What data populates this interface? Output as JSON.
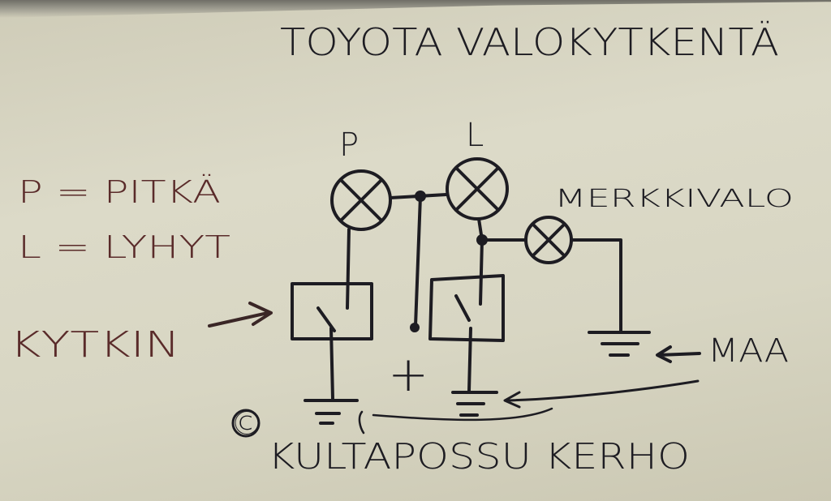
{
  "title": "TOYOTA VALOKYTKENTÄ",
  "lamps": {
    "p_label": "P",
    "l_label": "L"
  },
  "legend": {
    "p_line": "P = PITKÄ",
    "l_line": "L = LYHYT"
  },
  "labels": {
    "switch": "KYTKIN",
    "marker_light": "MERKKIVALO",
    "ground": "MAA",
    "plus": "+",
    "copyright": "©",
    "signature": "KULTAPOSSU KERHO"
  },
  "colors": {
    "ink": "#1d1c22",
    "legend_ink": "#5a2b2a",
    "board": "#d8d6c3"
  }
}
